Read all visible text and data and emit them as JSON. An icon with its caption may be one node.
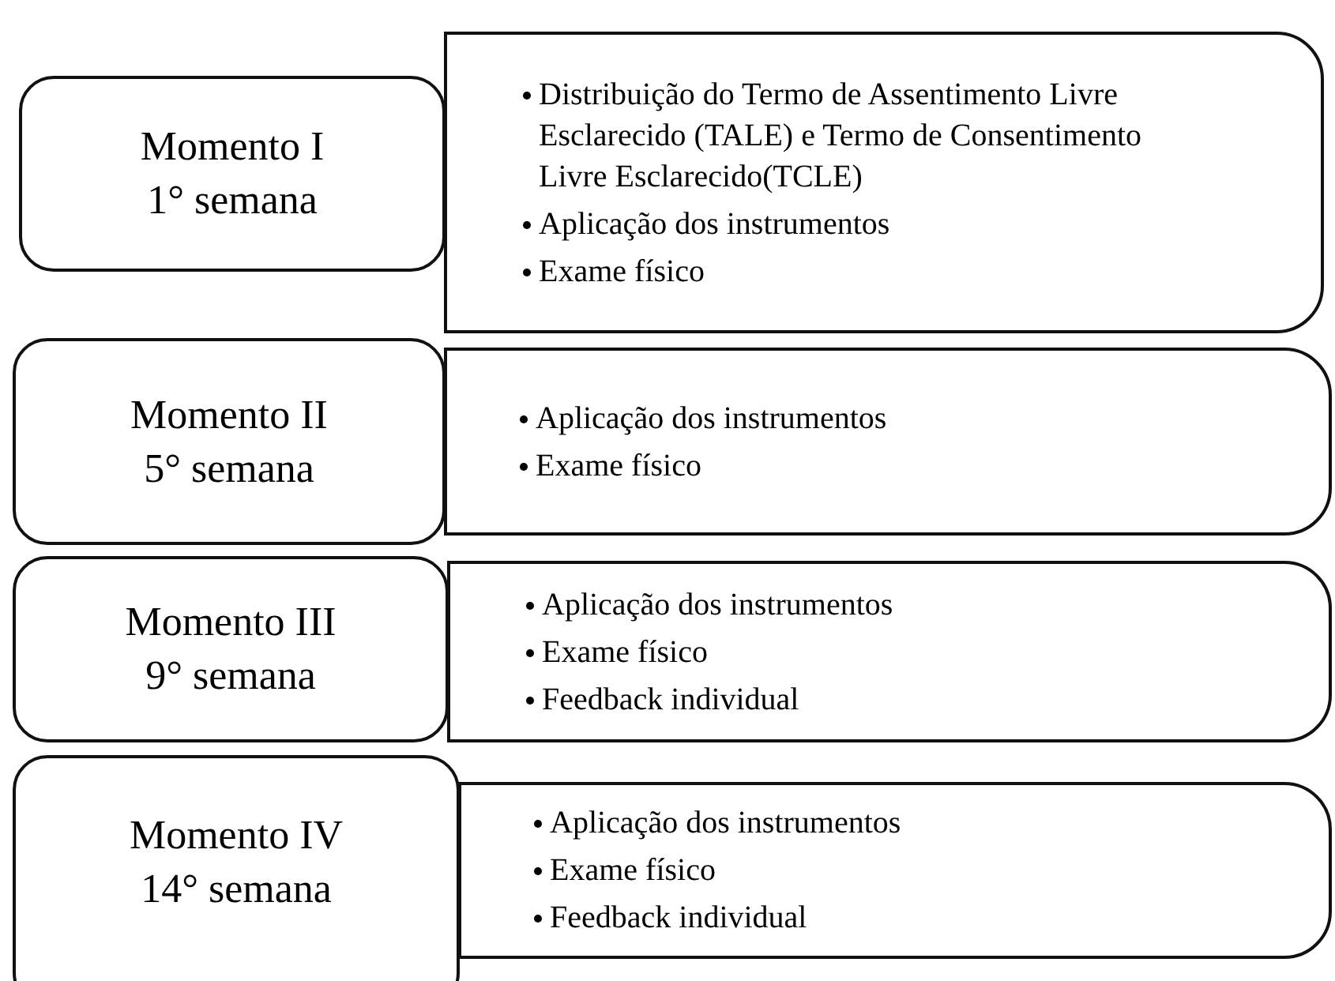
{
  "diagram": {
    "nodes": [
      {
        "text": [
          "Momento I",
          "1° semana"
        ]
      },
      {
        "text": [
          "Distribuição do Termo de Assentimento Livre Esclarecido (TALE) e Termo de Consentimento Livre Esclarecido(TCLE)",
          "Aplicação dos instrumentos",
          "Exame físico"
        ]
      },
      {
        "text": [
          "Momento II",
          "5° semana"
        ]
      },
      {
        "text": [
          "Aplicação dos instrumentos",
          "Exame físico"
        ]
      },
      {
        "text": [
          "Momento III",
          "9° semana"
        ]
      },
      {
        "text": [
          "Aplicação dos instrumentos",
          "Exame físico",
          "Feedback individual"
        ]
      },
      {
        "text": [
          "Momento IV",
          "14° semana"
        ]
      },
      {
        "text": [
          "Aplicação dos instrumentos",
          "Exame físico",
          "Feedback individual"
        ]
      }
    ]
  }
}
